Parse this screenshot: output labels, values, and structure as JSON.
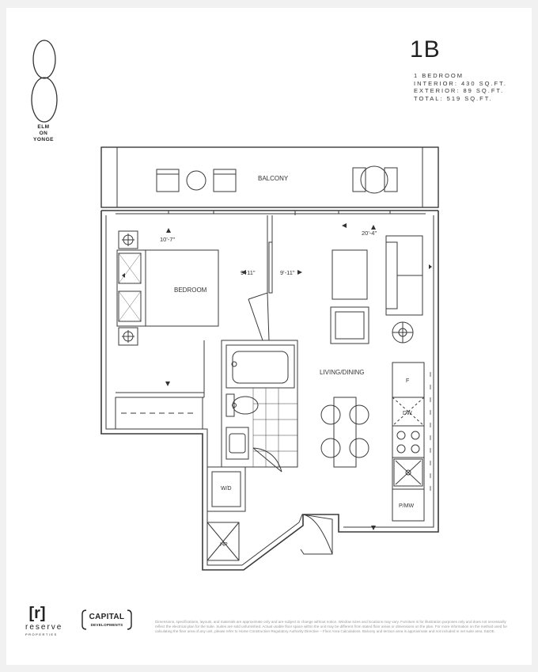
{
  "brand": {
    "logo_numeral": "8",
    "line1": "ELM",
    "line2": "ON",
    "line3": "YONGE"
  },
  "unit": {
    "code": "1B",
    "bedrooms": "1 BEDROOM",
    "interior": "INTERIOR: 430 SQ.FT.",
    "exterior": "EXTERIOR: 89 SQ.FT.",
    "total": "TOTAL: 519 SQ.FT."
  },
  "rooms": {
    "balcony": "BALCONY",
    "bedroom": "BEDROOM",
    "living_dining": "LIVING/DINING",
    "fridge": "F",
    "dishwasher": "DW",
    "pantry_microwave": "P/MW",
    "washer_dryer": "W/D",
    "heat_pump": "HP"
  },
  "dimensions": {
    "bedroom_width": "10'-7\"",
    "bedroom_length": "9'-11\"",
    "living_length": "9'-11\"",
    "living_width": "20'-4\""
  },
  "footer": {
    "reserve_mark": "[r]",
    "reserve_name": "reserve",
    "reserve_sub": "PROPERTIES",
    "capital_name": "CAPITAL",
    "capital_sub": "DEVELOPMENTS",
    "disclaimer": "Dimensions, specifications, layouts, and materials are approximate only and are subject to change without notice. Window sizes and locations may vary. Furniture is for illustration purposes only and does not necessarily reflect the electrical plan for the suite. Suites are sold unfurnished. Actual usable floor space within the unit may be different from stated floor areas or dimensions on the plan. For more information on the method used for calculating the floor area of any unit, please refer to Home Construction Regulatory Authority Directive – Floor Area Calculations. Balcony and terrace area is approximate and not included in net suite area. E&OE."
  },
  "colors": {
    "line": "#3a3a3a",
    "page_bg": "#ffffff",
    "outer_bg": "#f1f1f1"
  }
}
